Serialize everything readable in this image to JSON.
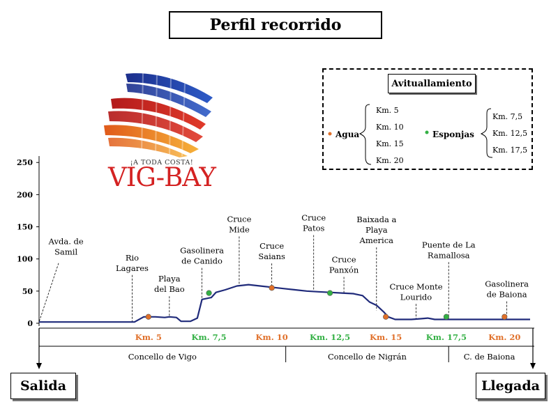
{
  "title": "Perfil recorrido",
  "logo": {
    "tagline": "¡A TODA COSTA!",
    "name": "VIG-BAY"
  },
  "legend": {
    "title": "Avituallamiento",
    "groups": [
      {
        "name": "Agua",
        "color": "#e0702a",
        "kms": [
          "Km. 5",
          "Km. 10",
          "Km. 15",
          "Km. 20"
        ]
      },
      {
        "name": "Esponjas",
        "color": "#33b044",
        "kms": [
          "Km. 7,5",
          "Km. 12,5",
          "Km. 17,5"
        ]
      }
    ]
  },
  "start_label": "Salida",
  "end_label": "Llegada",
  "chart_data": {
    "type": "area",
    "y_ticks": [
      "0",
      "50",
      "100",
      "150",
      "200",
      "250"
    ],
    "ylim": [
      0,
      260
    ],
    "xlim": [
      0,
      21.1
    ],
    "profile": [
      [
        0,
        2
      ],
      [
        1,
        2
      ],
      [
        2,
        2
      ],
      [
        3,
        2
      ],
      [
        4,
        2
      ],
      [
        4.1,
        2
      ],
      [
        4.5,
        10
      ],
      [
        5,
        10
      ],
      [
        5.4,
        9
      ],
      [
        5.6,
        10
      ],
      [
        5.9,
        9
      ],
      [
        6.1,
        3
      ],
      [
        6.5,
        3
      ],
      [
        6.8,
        8
      ],
      [
        7.0,
        37
      ],
      [
        7.4,
        40
      ],
      [
        7.6,
        48
      ],
      [
        8.0,
        52
      ],
      [
        8.5,
        58
      ],
      [
        9.0,
        60
      ],
      [
        9.5,
        58
      ],
      [
        10,
        56
      ],
      [
        10.5,
        54
      ],
      [
        11,
        52
      ],
      [
        11.5,
        50
      ],
      [
        12,
        49
      ],
      [
        12.5,
        48
      ],
      [
        13,
        47
      ],
      [
        13.5,
        46
      ],
      [
        13.9,
        43
      ],
      [
        14.2,
        33
      ],
      [
        14.5,
        28
      ],
      [
        14.8,
        18
      ],
      [
        15,
        10
      ],
      [
        15.3,
        6
      ],
      [
        16.0,
        6
      ],
      [
        16.4,
        7
      ],
      [
        16.7,
        8
      ],
      [
        17.0,
        6
      ],
      [
        17.5,
        6
      ],
      [
        18,
        6
      ],
      [
        19,
        6
      ],
      [
        20,
        6
      ],
      [
        21.1,
        6
      ]
    ],
    "aid_points": [
      {
        "km": 4.7,
        "type": "Agua",
        "elev": 10
      },
      {
        "km": 7.3,
        "type": "Esponjas",
        "elev": 47
      },
      {
        "km": 10,
        "type": "Agua",
        "elev": 55
      },
      {
        "km": 12.5,
        "type": "Esponjas",
        "elev": 47
      },
      {
        "km": 14.9,
        "type": "Agua",
        "elev": 10
      },
      {
        "km": 17.5,
        "type": "Esponjas",
        "elev": 10
      },
      {
        "km": 20.0,
        "type": "Agua",
        "elev": 10
      }
    ],
    "km_markers": [
      {
        "label": "Km. 5",
        "km": 4.7,
        "type": "Agua"
      },
      {
        "label": "Km. 7,5",
        "km": 7.3,
        "type": "Esponjas"
      },
      {
        "label": "Km. 10",
        "km": 10,
        "type": "Agua"
      },
      {
        "label": "Km. 12,5",
        "km": 12.5,
        "type": "Esponjas"
      },
      {
        "label": "Km. 15",
        "km": 14.9,
        "type": "Agua"
      },
      {
        "label": "Km. 17,5",
        "km": 17.5,
        "type": "Esponjas"
      },
      {
        "label": "Km. 20",
        "km": 20.0,
        "type": "Agua"
      }
    ],
    "annotations": [
      {
        "lines": [
          "Avda. de",
          "Samil"
        ],
        "km": 0.5,
        "top": 100,
        "bottom": 2,
        "diagonal": true
      },
      {
        "lines": [
          "Rio",
          "Lagares"
        ],
        "km": 4.0,
        "top": 75,
        "bottom": 2
      },
      {
        "lines": [
          "Playa",
          "del Bao"
        ],
        "km": 5.6,
        "top": 42,
        "bottom": 10
      },
      {
        "lines": [
          "Gasolinera",
          "de Canido"
        ],
        "km": 7.0,
        "top": 86,
        "bottom": 38
      },
      {
        "lines": [
          "Cruce",
          "Mide"
        ],
        "km": 8.6,
        "top": 135,
        "bottom": 60
      },
      {
        "lines": [
          "Cruce",
          "Saians"
        ],
        "km": 10.0,
        "top": 93,
        "bottom": 56
      },
      {
        "lines": [
          "Cruce",
          "Patos"
        ],
        "km": 11.8,
        "top": 137,
        "bottom": 50
      },
      {
        "lines": [
          "Cruce",
          "Panxón"
        ],
        "km": 13.1,
        "top": 72,
        "bottom": 47
      },
      {
        "lines": [
          "Baixada a",
          "Playa",
          "America"
        ],
        "km": 14.5,
        "top": 118,
        "bottom": 20
      },
      {
        "lines": [
          "Cruce Monte",
          "Lourido"
        ],
        "km": 16.2,
        "top": 30,
        "bottom": 7
      },
      {
        "lines": [
          "Puente de La",
          "Ramallosa"
        ],
        "km": 17.6,
        "top": 95,
        "bottom": 6
      },
      {
        "lines": [
          "Gasolinera",
          "de Baiona"
        ],
        "km": 20.1,
        "top": 34,
        "bottom": 6
      }
    ],
    "municipalities": [
      {
        "name": "Concello de Vigo",
        "from": 0,
        "to": 10.6
      },
      {
        "name": "Concello de Nigrán",
        "from": 10.6,
        "to": 17.6
      },
      {
        "name": "C. de Baiona",
        "from": 17.6,
        "to": 21.1
      }
    ]
  }
}
